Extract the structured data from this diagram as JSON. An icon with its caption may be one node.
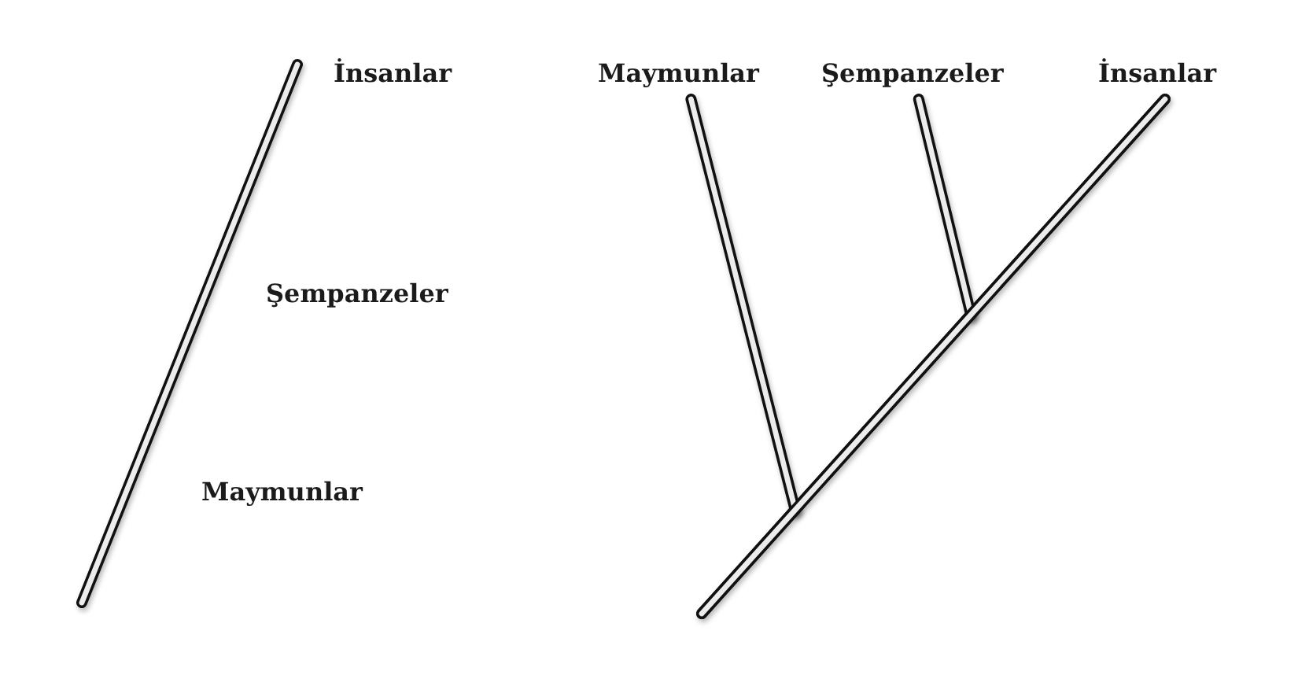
{
  "diagram": {
    "nodes": [
      {
        "text": [
          "Maymunlar"
        ]
      },
      {
        "text": [
          "Şempanzeler"
        ]
      },
      {
        "text": [
          "İnsanlar"
        ]
      }
    ],
    "edges": [
      {
        "from": 0,
        "to": 2,
        "arrow": "none"
      },
      {
        "from": 1,
        "to": 2,
        "arrow": "none"
      },
      {
        "from": null,
        "to": 2,
        "arrow": "none"
      }
    ],
    "labels": [
      "İnsanlar",
      "Şempanzeler",
      "Maymunlar"
    ]
  }
}
